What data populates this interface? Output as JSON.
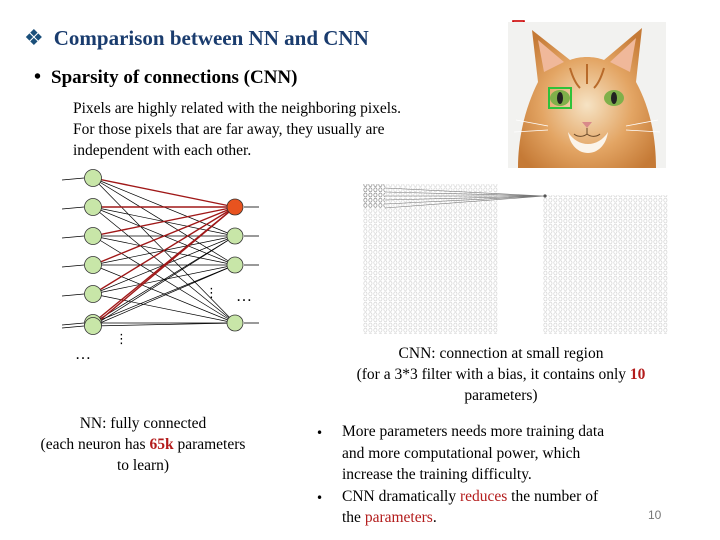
{
  "slide": {
    "title_bullet": "❖",
    "title": "Comparison between NN and CNN",
    "subtitle_bullet": "•",
    "subtitle": "Sparsity of connections (CNN)",
    "intro_lines": [
      "Pixels are highly related with the neighboring pixels.",
      "For those pixels that are far away, they usually are",
      "independent with each other."
    ],
    "cnn_caption": {
      "line1": "CNN: connection at small region",
      "line2_pre": "(for a 3*3 filter with a bias, it contains only ",
      "line2_num": "10",
      "line3": "parameters)"
    },
    "nn_caption": {
      "line1": "NN: fully connected",
      "line2_pre": "(each neuron has ",
      "line2_num": "65k",
      "line2_post": " parameters",
      "line3": "to learn)"
    },
    "bullets": {
      "b1_line1": "More parameters needs more training data",
      "b1_line2": "and more computational power, which",
      "b1_line3": "increase the training difficulty.",
      "b2_pre": "CNN dramatically ",
      "b2_red1": "reduces",
      "b2_mid": " the number of",
      "b2_line2_pre": "the ",
      "b2_red2": "parameters",
      "b2_line2_post": "."
    },
    "network_labels": {
      "ellipsis_left": "…",
      "ellipsis_right": "…",
      "vdots": "⋮"
    },
    "page_number": "10"
  },
  "colors": {
    "title": "#1a3c6e",
    "highlight": "#b31b1b",
    "node_fill": "#c8e6a8",
    "active_node": "#e8531f",
    "red_line": "#a01818"
  }
}
